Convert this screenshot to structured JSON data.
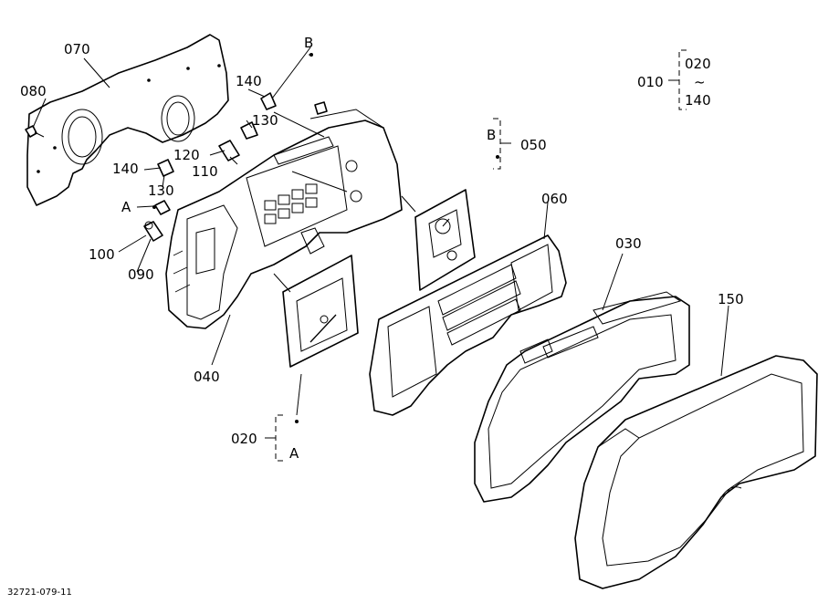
{
  "diagram": {
    "labels": {
      "p070": "070",
      "p080": "080",
      "p140a": "140",
      "p130a": "130",
      "p120": "120",
      "p110": "110",
      "p140b": "140",
      "p130b": "130",
      "refA1": "A",
      "p100": "100",
      "p090": "090",
      "p040": "040",
      "refB1": "B",
      "p050": "050",
      "refB2": "B",
      "p060": "060",
      "p030": "030",
      "p150": "150",
      "p020": "020",
      "refA2": "A",
      "p010": "010",
      "range_start": "020",
      "range_tilde": "~",
      "range_end": "140"
    },
    "footer_code": "32721-079-11"
  }
}
